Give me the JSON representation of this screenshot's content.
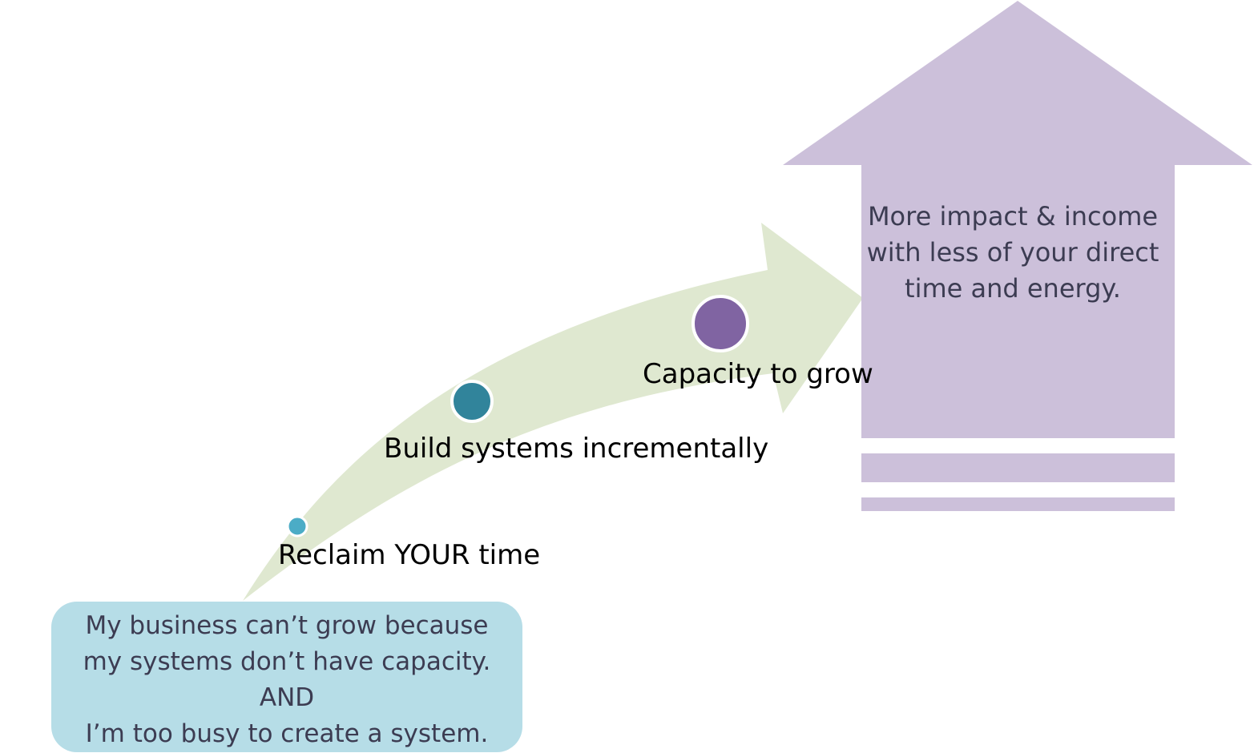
{
  "steps": [
    {
      "label": "Reclaim YOUR time",
      "color": "#4bacc6"
    },
    {
      "label": "Build systems incrementally",
      "color": "#31849b"
    },
    {
      "label": "Capacity to grow",
      "color": "#8064a2"
    }
  ],
  "goal": {
    "lines": [
      "More impact & income",
      "with less of your direct",
      "time and energy."
    ],
    "color": "#ccc0da"
  },
  "problem": {
    "lines": [
      "My business can’t grow because",
      "my systems don’t have capacity.",
      "AND",
      "I’m too busy to create a system."
    ],
    "color": "#b6dde7"
  },
  "curve_arrow_color": "#dfe8d0"
}
